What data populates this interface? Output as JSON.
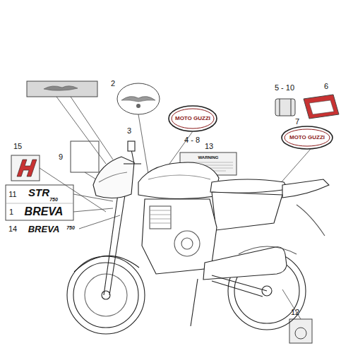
{
  "diagram": {
    "labels": [
      "2",
      "3",
      "4 - 8",
      "5 - 10",
      "6",
      "9",
      "13",
      "7",
      "15",
      "11",
      "1",
      "14",
      "12",
      "MOTO GUZZI",
      "MOTO GUZZI",
      "STR",
      "750",
      "BREVA",
      "BREVA",
      "750",
      "WARNING"
    ]
  }
}
